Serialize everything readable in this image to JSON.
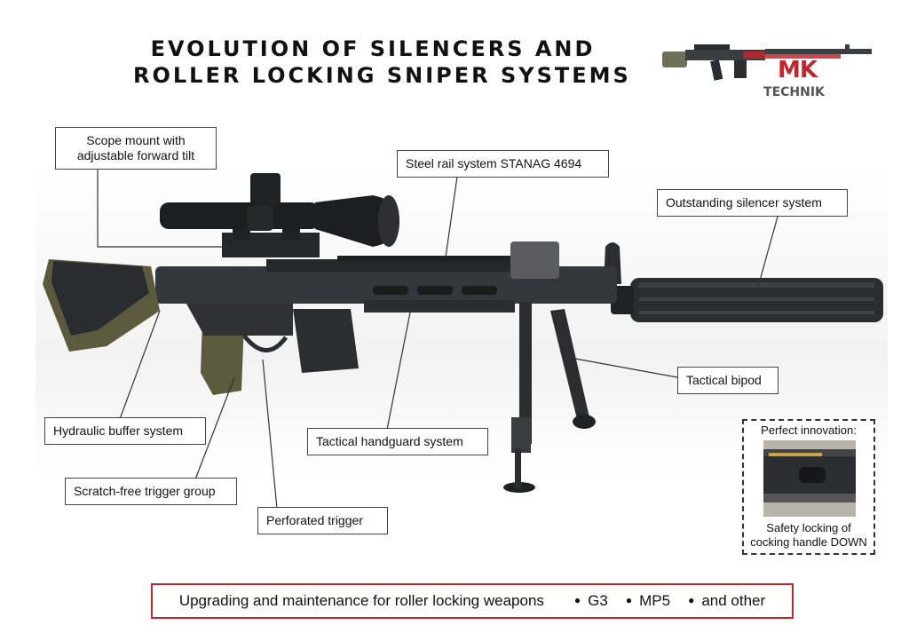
{
  "title": {
    "line1": "EVOLUTION OF SILENCERS AND",
    "line2": "ROLLER LOCKING SNIPER SYSTEMS"
  },
  "logo": {
    "mark": "MK",
    "text": "ECHNIK",
    "initial": "T"
  },
  "callouts": {
    "scope_mount": [
      "Scope mount with",
      "adjustable forward tilt"
    ],
    "steel_rail": "Steel rail system STANAG 4694",
    "silencer": "Outstanding silencer system",
    "bipod": "Tactical bipod",
    "buffer": "Hydraulic buffer system",
    "handguard": "Tactical handguard system",
    "trigger_group": "Scratch-free trigger group",
    "perforated_trigger": "Perforated trigger"
  },
  "inset": {
    "top": "Perfect innovation:",
    "bottom": [
      "Safety locking of",
      "cocking handle DOWN"
    ]
  },
  "footer": {
    "text": "Upgrading and maintenance for roller locking weapons",
    "items": [
      "G3",
      "MP5",
      "and other"
    ]
  },
  "colors": {
    "accent": "#c1272d",
    "stock": "#5b5a3e",
    "metal": "#2b2d30"
  }
}
